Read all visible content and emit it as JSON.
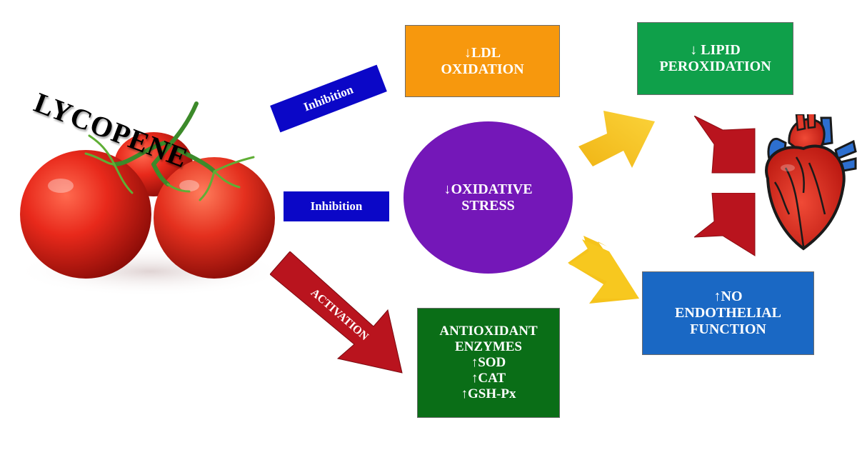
{
  "title": "LYCOPENE",
  "labels": {
    "inhibition_top": "Inhibition",
    "inhibition_mid": "Inhibition",
    "activation": "ACTIVATION"
  },
  "boxes": {
    "ldl": {
      "line1": "↓LDL",
      "line2": "OXIDATION"
    },
    "lipid": {
      "line1": "↓ LIPID",
      "line2": "PEROXIDATION"
    },
    "oxidative": {
      "line1": "↓OXIDATIVE",
      "line2": "STRESS"
    },
    "antioxidant": {
      "line1": "ANTIOXIDANT",
      "line2": "ENZYMES",
      "line3": "↑SOD",
      "line4": "↑CAT",
      "line5": "↑GSH-Px"
    },
    "no": {
      "line1": "↑NO",
      "line2": "ENDOTHELIAL",
      "line3": "FUNCTION"
    }
  },
  "colors": {
    "orange": "#f7980d",
    "green": "#0fa04a",
    "purple": "#7417b8",
    "dark_green": "#0a6e17",
    "blue_box": "#1a68c4",
    "navy": "#0b07c7",
    "red": "#b9141e",
    "yellow": "#f5c31b"
  },
  "icons": [
    "tomato-icon",
    "heart-icon",
    "yellow-arrow-icon",
    "red-chevron-icon"
  ]
}
